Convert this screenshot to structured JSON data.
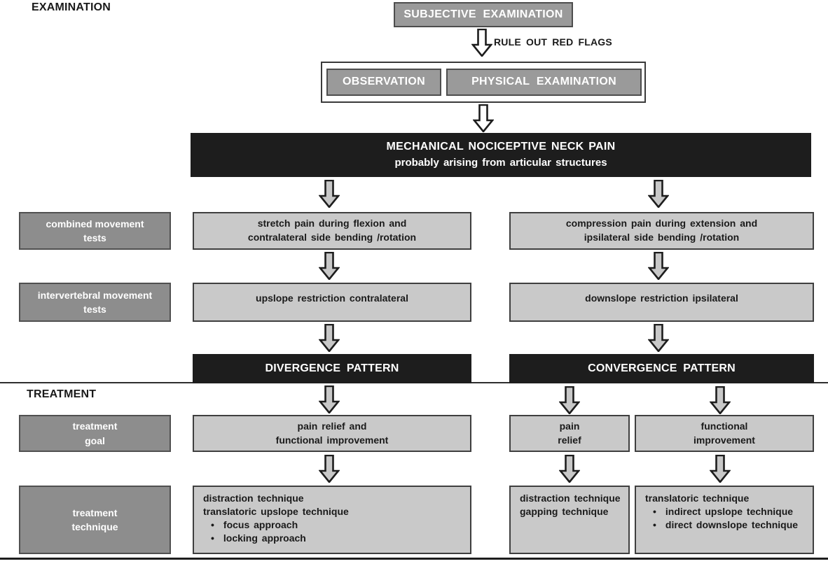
{
  "sections": {
    "examination": "EXAMINATION",
    "treatment": "TREATMENT"
  },
  "top": {
    "subjective": "SUBJECTIVE EXAMINATION",
    "rule_out_red_flags": "RULE OUT RED FLAGS",
    "observation": "OBSERVATION",
    "physical_examination": "PHYSICAL EXAMINATION"
  },
  "diagnosis": {
    "title": "MECHANICAL NOCICEPTIVE NECK PAIN",
    "subtitle": "probably arising from articular structures"
  },
  "row_labels": {
    "combined_movement_tests": {
      "line1": "combined movement",
      "line2": "tests"
    },
    "intervertebral_movement_tests": {
      "line1": "intervertebral movement",
      "line2": "tests"
    },
    "treatment_goal": {
      "line1": "treatment",
      "line2": "goal"
    },
    "treatment_technique": {
      "line1": "treatment",
      "line2": "technique"
    }
  },
  "divergence": {
    "combined_finding": {
      "line1": "stretch pain during flexion and",
      "line2": "contralateral side bending /rotation"
    },
    "intervertebral_finding": "upslope restriction contralateral",
    "pattern": "DIVERGENCE PATTERN",
    "goal": {
      "line1": "pain relief and",
      "line2": "functional improvement"
    },
    "technique": {
      "line1": "distraction technique",
      "line2": "translatoric upslope technique",
      "bullet1": "focus approach",
      "bullet2": "locking approach"
    }
  },
  "convergence": {
    "combined_finding": {
      "line1": "compression pain during extension and",
      "line2": "ipsilateral side bending /rotation"
    },
    "intervertebral_finding": "downslope restriction ipsilateral",
    "pattern": "CONVERGENCE PATTERN",
    "goal_pain_relief": {
      "line1": "pain",
      "line2": "relief"
    },
    "goal_functional": {
      "line1": "functional",
      "line2": "improvement"
    },
    "technique_pain_relief": {
      "line1": "distraction technique",
      "line2": "gapping technique"
    },
    "technique_functional": {
      "line1": "translatoric technique",
      "bullet1": "indirect upslope technique",
      "bullet2": "direct downslope technique"
    }
  },
  "colors": {
    "dark_box": "#1d1d1d",
    "medium_gray_box": "#9a9a9a",
    "label_gray_box": "#8d8d8d",
    "light_gray_box": "#c9c9c9",
    "border": "#3f3f3f",
    "arrow_fill_gray": "#c8c8c8",
    "arrow_fill_white": "#ffffff"
  }
}
